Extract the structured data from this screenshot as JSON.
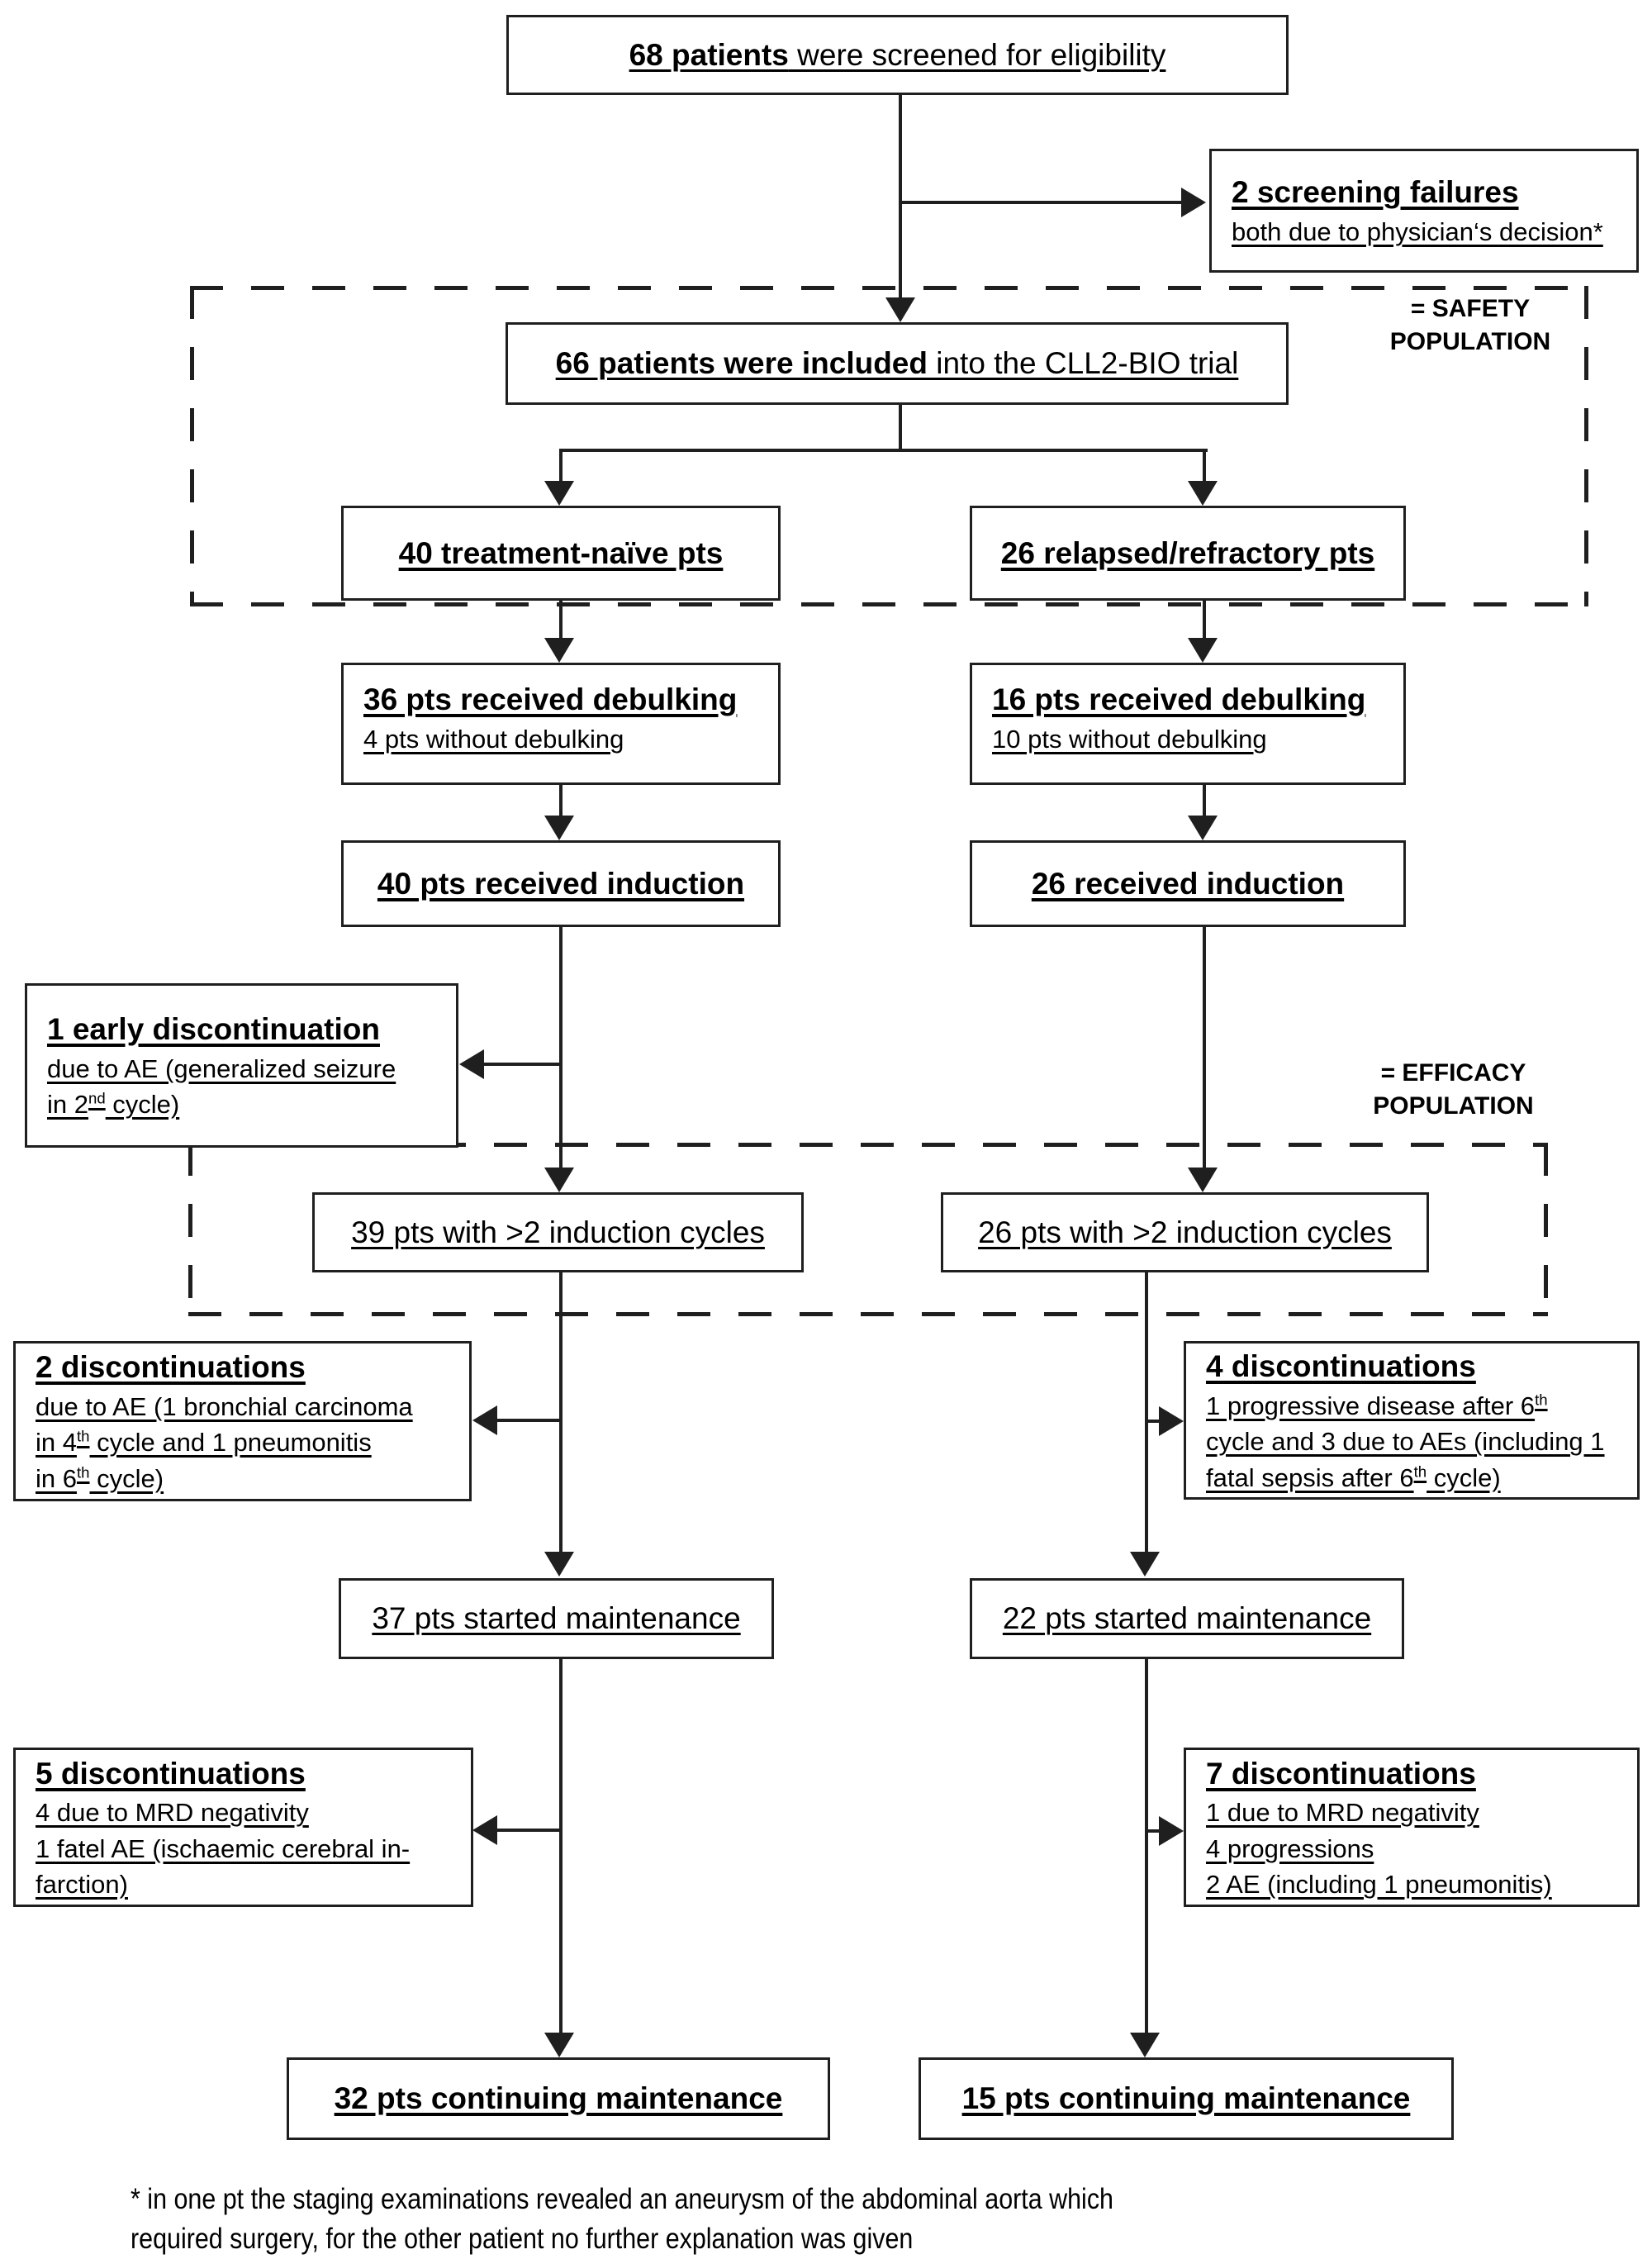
{
  "diagram": {
    "boxes": {
      "screened": {
        "bold": "68 patients",
        "rest": " were screened for eligibility"
      },
      "screening_failures": {
        "heading": "2 screening failures",
        "detail": "both due to physician‘s decision*"
      },
      "included": {
        "bold": "66 patients were included",
        "rest": " into the CLL2-BIO trial"
      },
      "treatment_naive": {
        "heading": "40 treatment-naïve pts"
      },
      "relapsed_refractory": {
        "heading": "26 relapsed/refractory pts"
      },
      "tn_debulking": {
        "heading": "36 pts received debulking",
        "detail": "4 pts without debulking"
      },
      "rr_debulking": {
        "heading": "16 pts received debulking",
        "detail": "10 pts without debulking"
      },
      "tn_induction": {
        "heading": "40 pts received induction"
      },
      "rr_induction": {
        "heading": "26 received induction"
      },
      "early_discontinuation": {
        "heading": "1 early discontinuation",
        "lines": [
          [
            {
              "t": "due to AE (generalized seizure"
            }
          ],
          [
            {
              "t": "in 2"
            },
            {
              "t": "nd",
              "sup": true
            },
            {
              "t": " cycle)"
            }
          ]
        ]
      },
      "tn_cycles": {
        "heading": "39 pts with >2 induction cycles"
      },
      "rr_cycles": {
        "heading": "26 pts with >2 induction cycles"
      },
      "tn_disc_2": {
        "heading": "2 discontinuations",
        "lines": [
          [
            {
              "t": "due to AE (1 bronchial carcinoma"
            }
          ],
          [
            {
              "t": "in 4"
            },
            {
              "t": "th",
              "sup": true
            },
            {
              "t": " cycle and 1 pneumonitis"
            }
          ],
          [
            {
              "t": "in 6"
            },
            {
              "t": "th",
              "sup": true
            },
            {
              "t": " cycle)"
            }
          ]
        ]
      },
      "rr_disc_4": {
        "heading": "4 discontinuations",
        "lines": [
          [
            {
              "t": "1 progressive disease after 6"
            },
            {
              "t": "th",
              "sup": true
            }
          ],
          [
            {
              "t": "cycle and 3 due to AEs (including 1"
            }
          ],
          [
            {
              "t": "fatal sepsis after 6"
            },
            {
              "t": "th",
              "sup": true
            },
            {
              "t": " cycle)"
            }
          ]
        ]
      },
      "tn_maintenance": {
        "heading": "37 pts started maintenance"
      },
      "rr_maintenance": {
        "heading": "22 pts started maintenance"
      },
      "tn_disc_5": {
        "heading": "5 discontinuations",
        "lines": [
          [
            {
              "t": "4 due to MRD negativity"
            }
          ],
          [
            {
              "t": "1 fatel AE (ischaemic cerebral in-"
            }
          ],
          [
            {
              "t": "farction)"
            }
          ]
        ]
      },
      "rr_disc_7": {
        "heading": "7 discontinuations",
        "lines": [
          [
            {
              "t": "1 due to MRD negativity"
            }
          ],
          [
            {
              "t": "4 progressions"
            }
          ],
          [
            {
              "t": "2 AE (including 1 pneumonitis)"
            }
          ]
        ]
      },
      "tn_continuing": {
        "heading": "32 pts continuing maintenance"
      },
      "rr_continuing": {
        "heading": "15 pts continuing maintenance"
      }
    },
    "labels": {
      "safety": {
        "line1": "= SAFETY",
        "line2": "POPULATION"
      },
      "efficacy": {
        "line1": "= EFFICACY",
        "line2": "POPULATION"
      }
    },
    "footnote": {
      "line1": "* in one pt the staging examinations revealed an aneurysm of the abdominal aorta which",
      "line2": "required surgery, for the other patient no further explanation was given"
    },
    "colors": {
      "ink": "#1f1f1f",
      "background": "#ffffff"
    }
  }
}
